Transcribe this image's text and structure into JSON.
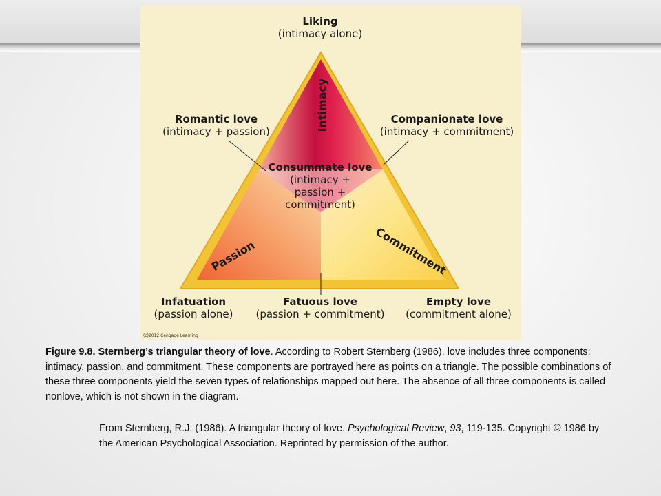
{
  "figure": {
    "vertices": {
      "top": {
        "title": "Liking",
        "subtitle": "(intimacy alone)"
      },
      "bottom_left": {
        "title": "Infatuation",
        "subtitle": "(passion alone)"
      },
      "bottom_right": {
        "title": "Empty love",
        "subtitle": "(commitment alone)"
      }
    },
    "edges": {
      "left": {
        "title": "Romantic love",
        "subtitle": "(intimacy + passion)"
      },
      "right": {
        "title": "Companionate love",
        "subtitle": "(intimacy + commitment)"
      },
      "bottom": {
        "title": "Fatuous love",
        "subtitle": "(passion + commitment)"
      }
    },
    "center": {
      "title": "Consummate love",
      "line1": "(intimacy +",
      "line2": "passion +",
      "line3": "commitment)"
    },
    "components": {
      "intimacy": "Intimacy",
      "passion": "Passion",
      "commitment": "Commitment"
    },
    "copyright": "(c)2012 Cengage Learning",
    "colors": {
      "frame": "#f2c335",
      "intimacy": "#d81d4e",
      "passion": "#f27a3c",
      "commitment": "#fbe27a",
      "background": "#f8efcd"
    }
  },
  "caption": {
    "label": "Figure 9.8.  Sternberg’s triangular theory of love",
    "body": ". According to Robert Sternberg (1986), love includes three components:  intimacy, passion, and commitment.  These components are portrayed here as points on a triangle.  The possible combinations of these three components yield the seven types of relationships mapped out here.  The absence of all three components is called nonlove, which is not shown in the diagram."
  },
  "source": {
    "prefix": "From Sternberg, R.J. (1986).  A triangular theory of love.  ",
    "journal": "Psychological Review",
    "sep": ", ",
    "volume": "93",
    "suffix": ", 119-135.  Copyright © 1986 by the American Psychological Association.  Reprinted by permission of the author."
  }
}
